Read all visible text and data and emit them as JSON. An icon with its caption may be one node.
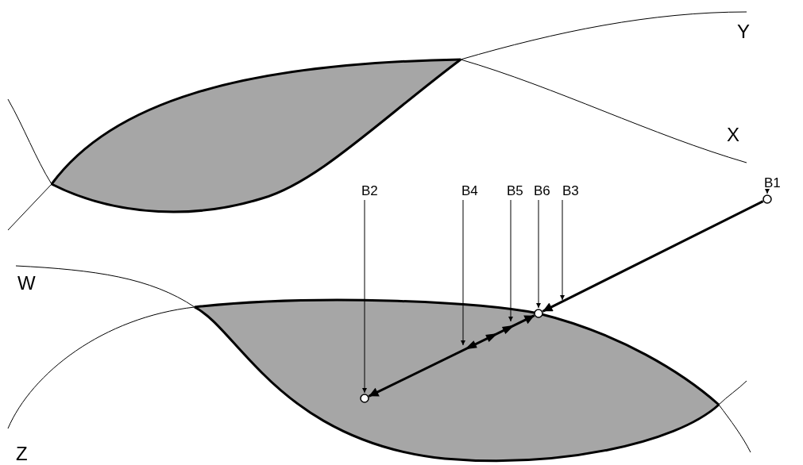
{
  "diagram": {
    "nodes": [
      {
        "text": [
          "B2"
        ]
      },
      {
        "text": [
          "B4"
        ]
      },
      {
        "text": [
          "B5"
        ]
      },
      {
        "text": [
          "B6"
        ]
      },
      {
        "text": [
          "B3"
        ]
      },
      {
        "text": [
          "B1"
        ]
      },
      {
        "text": [],
        "shape": "circle"
      },
      {
        "text": [],
        "shape": "circle"
      },
      {
        "text": [],
        "shape": "circle"
      }
    ],
    "edges": [
      {
        "from": 0,
        "to": 8,
        "arrow": "to"
      },
      {
        "from": 1,
        "to": null,
        "arrow": "to"
      },
      {
        "from": 2,
        "to": null,
        "arrow": "to"
      },
      {
        "from": 3,
        "to": 7,
        "arrow": "to"
      },
      {
        "from": 4,
        "to": null,
        "arrow": "to"
      },
      {
        "from": 5,
        "to": 6,
        "arrow": "to"
      },
      {
        "from": 6,
        "to": 7,
        "arrow": "to",
        "style": "thick"
      },
      {
        "from": 7,
        "to": 8,
        "arrow": "both",
        "style": "thick"
      }
    ],
    "labels": [
      "Y",
      "X",
      "W",
      "Z"
    ]
  }
}
